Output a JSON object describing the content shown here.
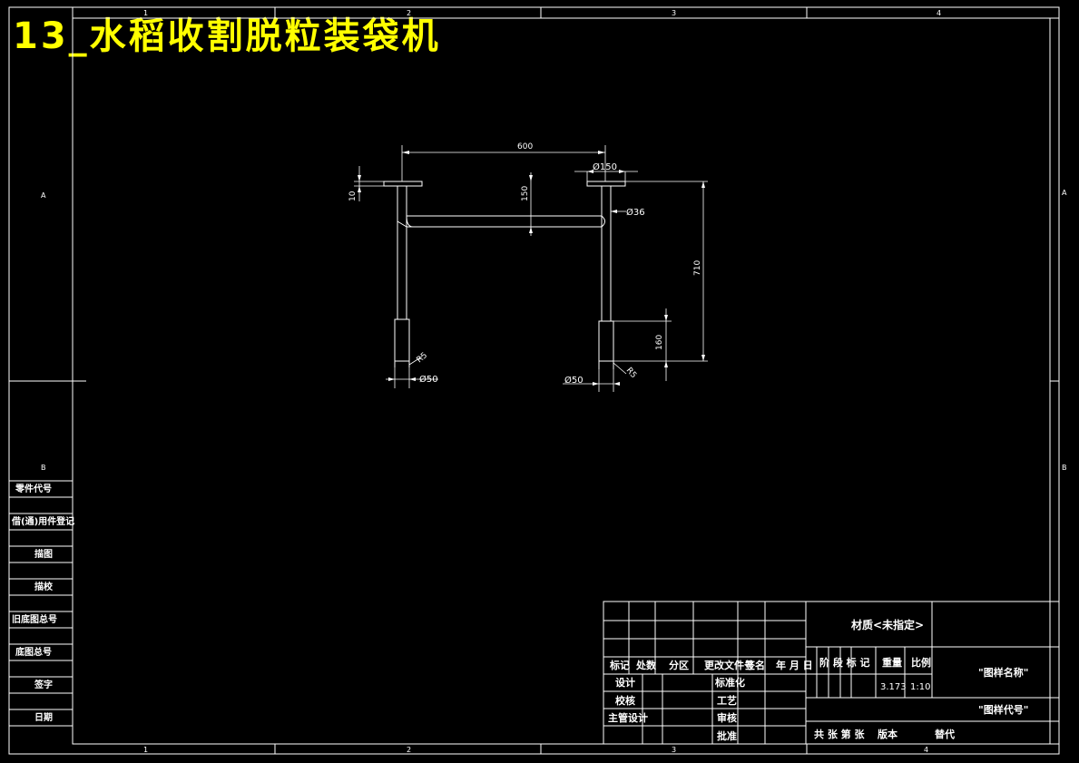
{
  "overlay_title": "13_水稻收割脱粒装袋机",
  "frame": {
    "zone_numbers": [
      "1",
      "2",
      "3",
      "4"
    ],
    "zone_letters": [
      "A",
      "B"
    ]
  },
  "left_strip": [
    "零件代号",
    "借(通)用件登记",
    "描图",
    "描校",
    "旧底图总号",
    "底图总号",
    "签字",
    "日期"
  ],
  "drawing": {
    "dims": {
      "width_600": "600",
      "dia_150": "Ø150",
      "height_150": "150",
      "thick_10": "10",
      "dia_36": "Ø36",
      "height_710": "710",
      "height_160": "160",
      "r5_left": "R5",
      "r5_right": "R5",
      "dia_50_left": "Ø50",
      "dia_50_right": "Ø50"
    }
  },
  "title_block": {
    "material": "材质<未指定>",
    "rev_headers": [
      "标记",
      "处数",
      "分区",
      "更改文件号",
      "签名",
      "年 月 日"
    ],
    "sign_rows": [
      {
        "left": "设计",
        "right": "标准化"
      },
      {
        "left": "校核",
        "right": "工艺"
      },
      {
        "left": "主管设计",
        "right": "审核"
      },
      {
        "left": "",
        "right": "批准"
      }
    ],
    "stage_label": "阶 段 标 记",
    "weight_label": "重量",
    "scale_label": "比例",
    "weight_value": "3.173",
    "scale_value": "1:10",
    "drawing_name": "\"图样名称\"",
    "drawing_code": "\"图样代号\"",
    "sheets": "共  张  第  张",
    "version": "版本",
    "replaces": "替代"
  }
}
